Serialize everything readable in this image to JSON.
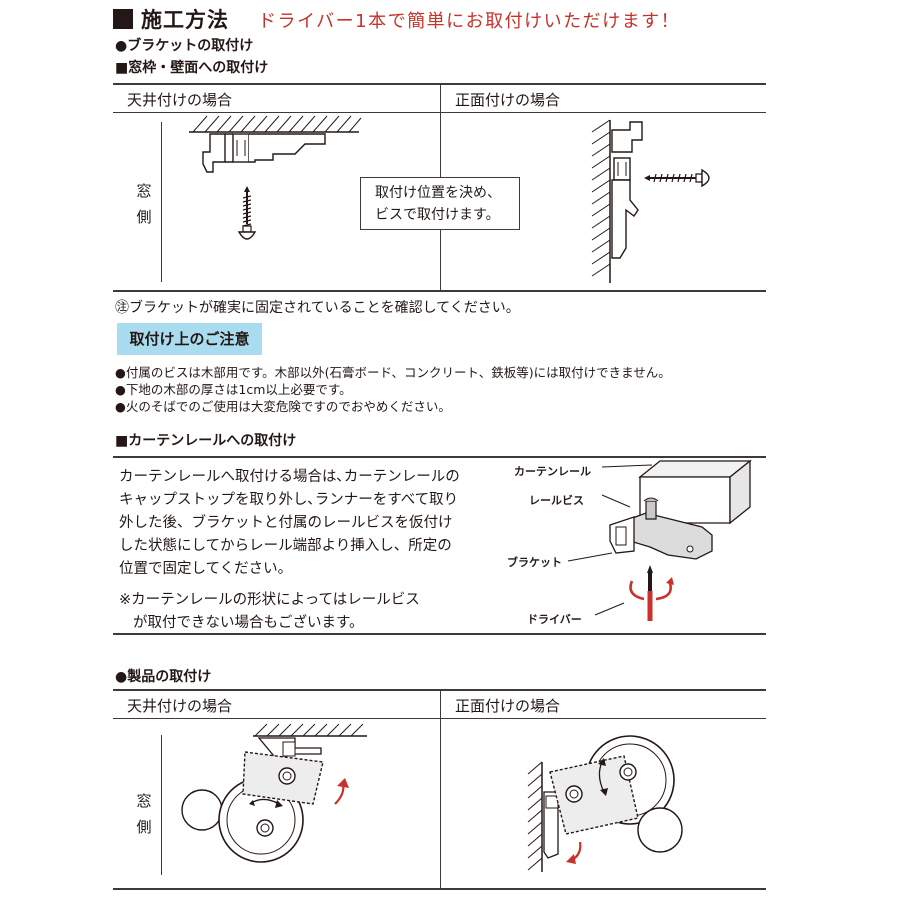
{
  "header": {
    "title": "施工方法",
    "subtitle": "ドライバー1本で簡単にお取付けいただけます！"
  },
  "bracket_section": {
    "heading": "●ブラケットの取付け",
    "subheading": "■窓枠・壁面への取付け",
    "col_ceiling": "天井付けの場合",
    "col_front": "正面付けの場合",
    "side_label_1": "窓",
    "side_label_2": "側",
    "callout_line1": "取付け位置を決め、",
    "callout_line2": "ビスで取付けます。",
    "note": "㊟ブラケットが確実に固定されていることを確認してください。"
  },
  "caution": {
    "badge": "取付け上のご注意",
    "items": [
      "●付属のビスは木部用です。木部以外(石膏ボード、コンクリート、鉄板等)には取付けできません。",
      "●下地の木部の厚さは1cm以上必要です。",
      "●火のそばでのご使用は大変危険ですのでおやめください。"
    ]
  },
  "rail_section": {
    "heading": "■カーテンレールへの取付け",
    "paragraph": [
      "カーテンレールへ取付ける場合は､カーテンレールの",
      "キャップストップを取り外し､ランナーをすべて取り",
      "外した後、ブラケットと付属のレールビスを仮付け",
      "した状態にしてからレール端部より挿入し、所定の",
      "位置で固定してください。"
    ],
    "remark_line1": "※カーテンレールの形状によってはレールビス",
    "remark_line2": "が取付できない場合もございます。",
    "labels": {
      "rail": "カーテンレール",
      "rail_screw": "レールビス",
      "bracket": "ブラケット",
      "driver": "ドライバー"
    }
  },
  "product_section": {
    "heading": "●製品の取付け",
    "col_ceiling": "天井付けの場合",
    "col_front": "正面付けの場合",
    "side_label_1": "窓",
    "side_label_2": "側"
  },
  "colors": {
    "accent_red": "#c8322a",
    "badge_blue": "#a9dcef",
    "ink": "#231815"
  }
}
